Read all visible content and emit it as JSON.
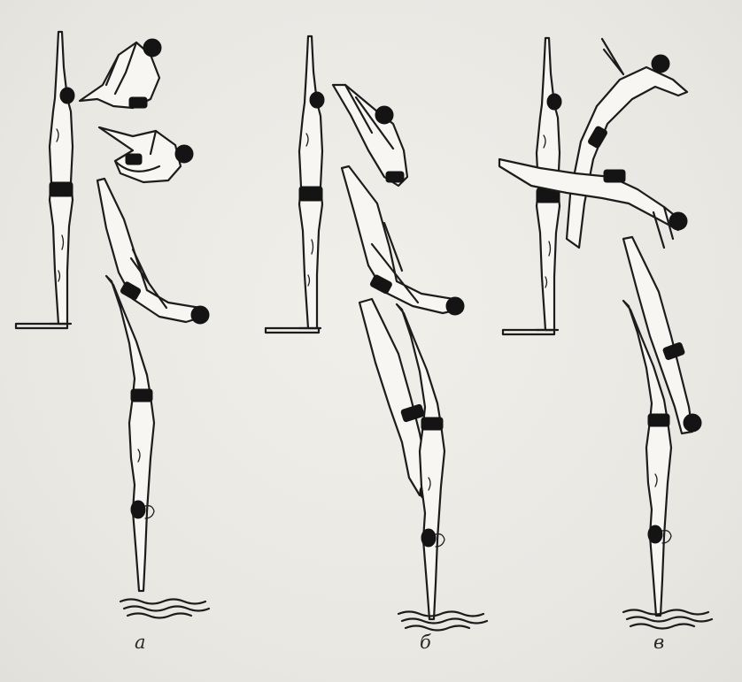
{
  "figure": {
    "panels": [
      {
        "id": "a",
        "label": "а"
      },
      {
        "id": "b",
        "label": "б"
      },
      {
        "id": "v",
        "label": "в"
      }
    ]
  }
}
